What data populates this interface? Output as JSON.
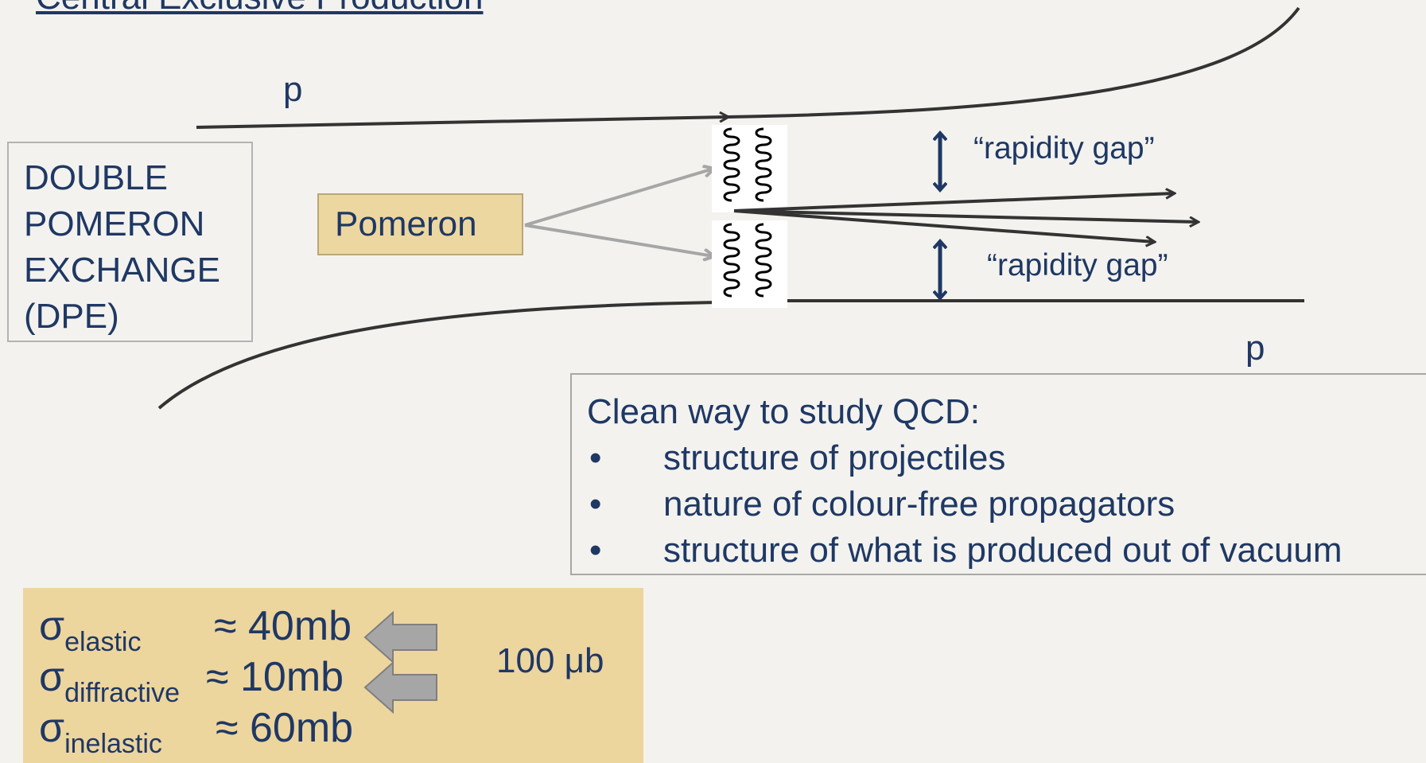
{
  "title": "Central Exclusive Production",
  "proton_top_label": "p",
  "proton_bottom_label": "p",
  "dpe_box": {
    "lines": [
      "DOUBLE",
      "POMERON",
      "EXCHANGE",
      "(DPE)"
    ]
  },
  "pomeron_label": "Pomeron",
  "rapidity_gap_top": "“rapidity gap”",
  "rapidity_gap_bottom": "“rapidity gap”",
  "qcd_box": {
    "heading": "Clean way to study QCD:",
    "bullet_symbol": "•",
    "bullets": [
      "structure of projectiles",
      "nature of colour-free propagators",
      "structure of what is produced out of vacuum"
    ]
  },
  "cross_sections": {
    "sigma_symbol": "σ",
    "rows": [
      {
        "subscript": "elastic",
        "value": "≈ 40mb"
      },
      {
        "subscript": "diffractive",
        "value": "≈ 10mb"
      },
      {
        "subscript": "inelastic",
        "value": "≈ 60mb"
      }
    ],
    "side_label": "100 μb"
  },
  "colors": {
    "text": "#1f3864",
    "proton_line": "#333333",
    "pomeron_arrow": "#a6a6a6",
    "gap_arrow": "#1f3864",
    "tan_fill": "#edd59e",
    "block_arrow_fill": "#a6a6a6"
  }
}
